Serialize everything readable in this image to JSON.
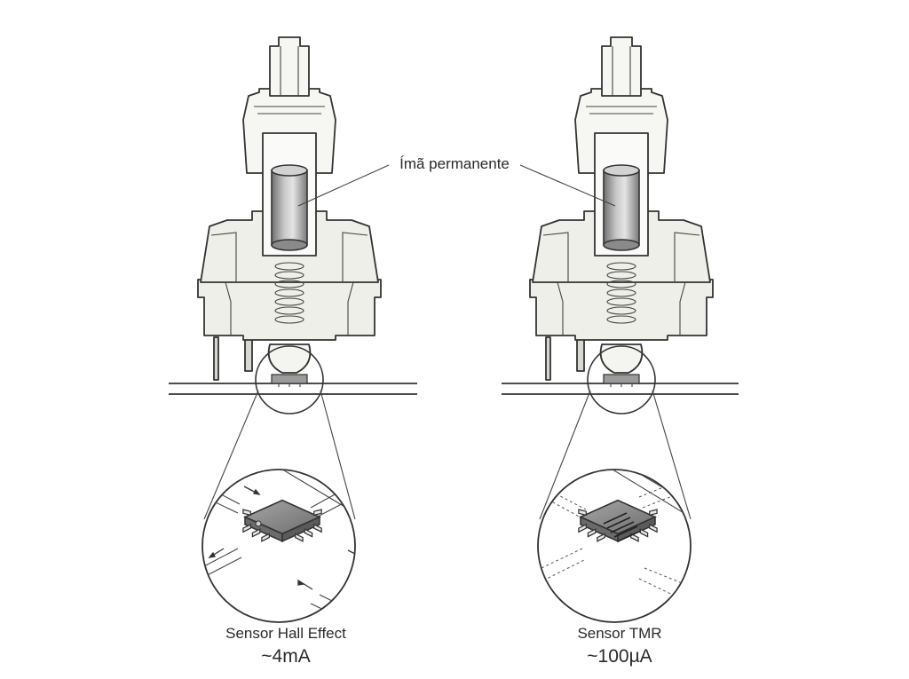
{
  "callout": {
    "label": "Ímã permanente"
  },
  "sensors": [
    {
      "name": "Sensor Hall Effect",
      "current": "~4mA"
    },
    {
      "name": "Sensor TMR",
      "current": "~100µA"
    }
  ],
  "colors": {
    "outline": "#333333",
    "housing": "#efefe9",
    "chip": "#8c8c8c",
    "magnet": "#9a9a9a",
    "background": "#ffffff"
  },
  "icons": [
    "magnet-icon",
    "spring-icon",
    "hall-sensor-chip-icon",
    "tmr-sensor-chip-icon",
    "magnifier-circle-icon"
  ]
}
